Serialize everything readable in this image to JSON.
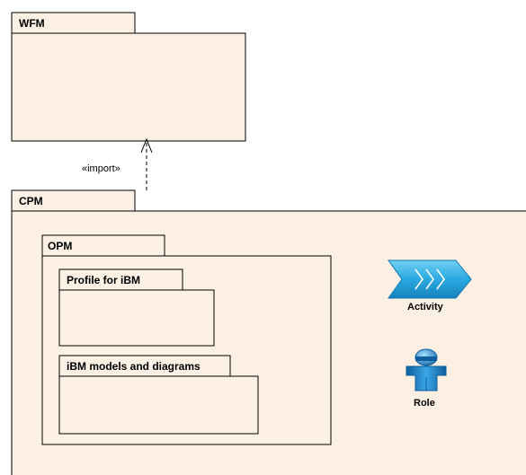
{
  "packages": {
    "wfm": "WFM",
    "cpm": "CPM",
    "opm": "OPM",
    "profile": "Profile for iBM",
    "models": "iBM models and diagrams"
  },
  "dependency": {
    "label": "«import»"
  },
  "elements": {
    "activity": {
      "label": "Activity",
      "icon": "activity-chevron-icon"
    },
    "role": {
      "label": "Role",
      "icon": "role-person-icon"
    }
  },
  "colors": {
    "package_fill": "#fbf0e3",
    "stroke": "#000000",
    "activity_blue": "#2ba9e0",
    "role_blue": "#1a7fc0"
  }
}
